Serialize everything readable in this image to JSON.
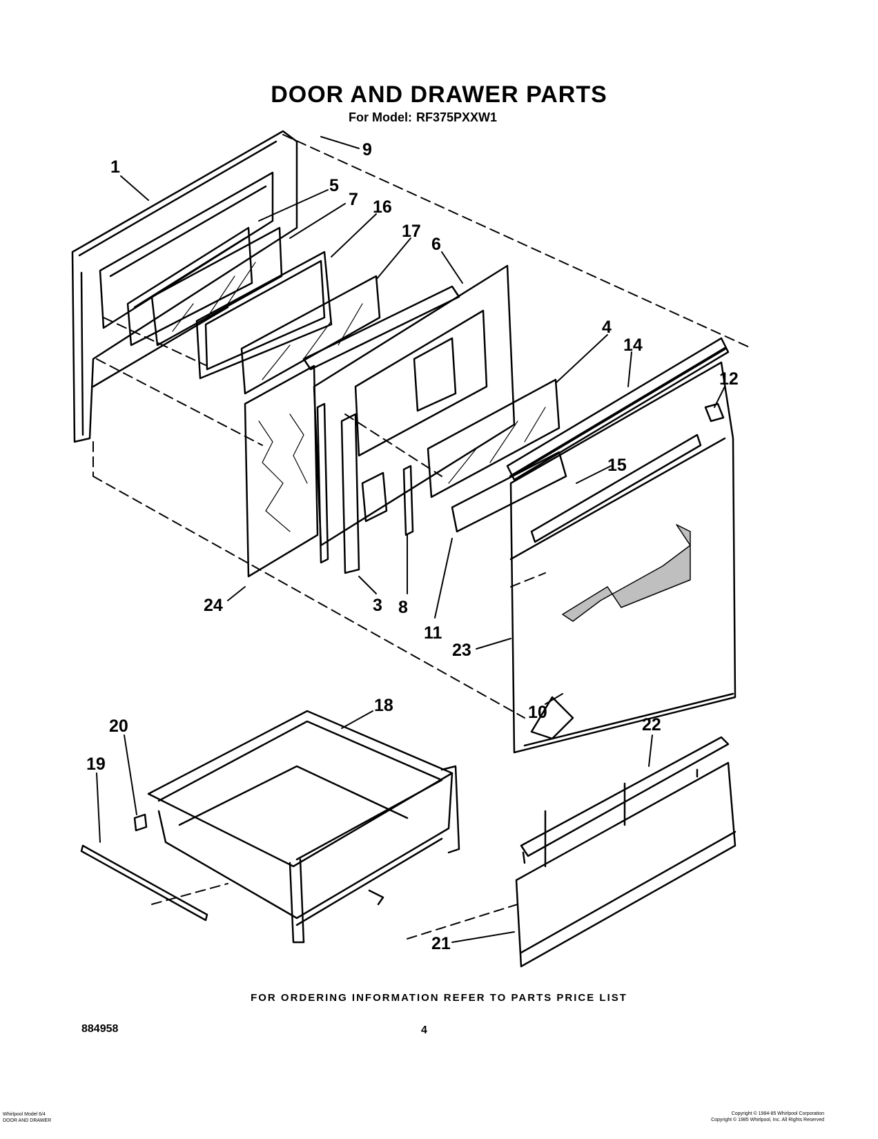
{
  "header": {
    "title": "DOOR AND DRAWER PARTS",
    "model_label": "For Model:",
    "model_value": "RF375PXXW1"
  },
  "callouts": [
    {
      "id": "c1",
      "label": "1"
    },
    {
      "id": "c9",
      "label": "9"
    },
    {
      "id": "c5",
      "label": "5"
    },
    {
      "id": "c7",
      "label": "7"
    },
    {
      "id": "c16",
      "label": "16"
    },
    {
      "id": "c17",
      "label": "17"
    },
    {
      "id": "c6",
      "label": "6"
    },
    {
      "id": "c4",
      "label": "4"
    },
    {
      "id": "c14",
      "label": "14"
    },
    {
      "id": "c12",
      "label": "12"
    },
    {
      "id": "c15",
      "label": "15"
    },
    {
      "id": "c24",
      "label": "24"
    },
    {
      "id": "c3",
      "label": "3"
    },
    {
      "id": "c8",
      "label": "8"
    },
    {
      "id": "c11",
      "label": "11"
    },
    {
      "id": "c23",
      "label": "23"
    },
    {
      "id": "c10",
      "label": "10"
    },
    {
      "id": "c18",
      "label": "18"
    },
    {
      "id": "c20",
      "label": "20"
    },
    {
      "id": "c19",
      "label": "19"
    },
    {
      "id": "c22",
      "label": "22"
    },
    {
      "id": "c21",
      "label": "21"
    }
  ],
  "footer": {
    "ordering_note": "FOR ORDERING INFORMATION REFER TO PARTS PRICE LIST",
    "doc_number": "884958",
    "page_number": "4",
    "left_small_1": "Whirlpool Model 6/4",
    "left_small_2": "DOOR AND DRAWER",
    "right_small_1": "Copyright © 1984-85 Whirlpool Corporation",
    "right_small_2": "Copyright © 1985 Whirlpool, Inc. All Rights Reserved"
  }
}
